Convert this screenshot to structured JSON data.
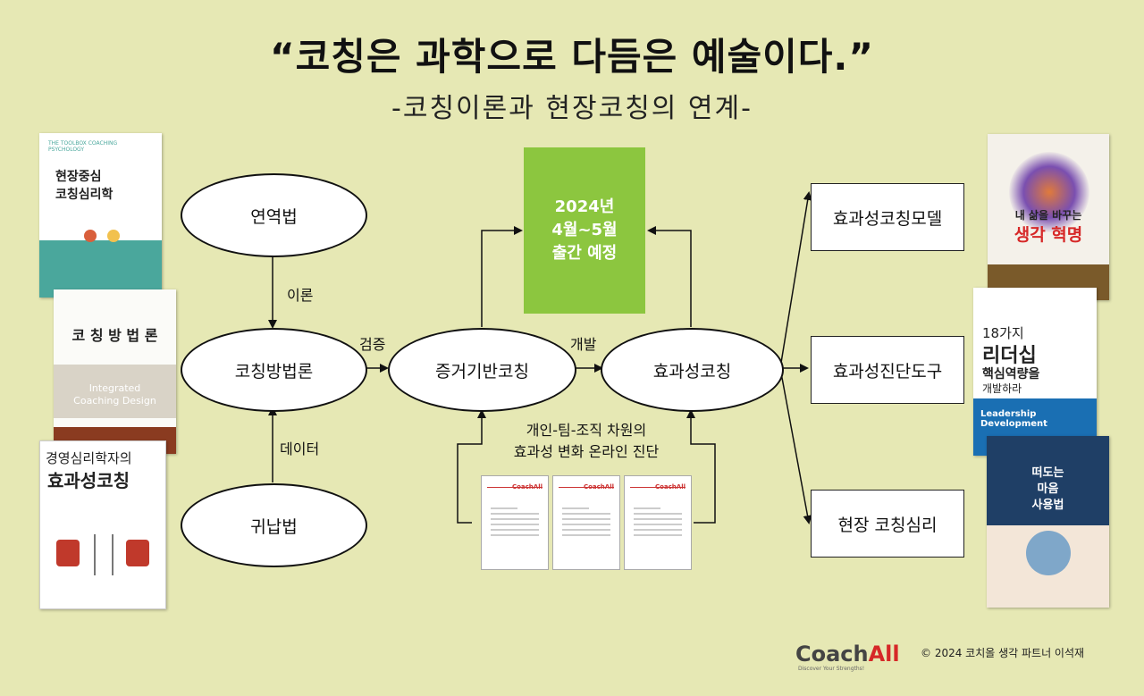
{
  "title": "“코칭은 과학으로 다듬은 예술이다.”",
  "subtitle": "-코칭이론과 현장코칭의 연계-",
  "nodes": {
    "deduction": "연역법",
    "methodology": "코칭방법론",
    "induction": "귀납법",
    "evidence": "증거기반코칭",
    "effective": "효과성코칭"
  },
  "edge_labels": {
    "theory": "이론",
    "data": "데이터",
    "verify": "검증",
    "develop": "개발"
  },
  "publication": {
    "line1": "2024년",
    "line2": "4월~5월",
    "line3": "출간 예정"
  },
  "outputs": {
    "model": "효과성코칭모델",
    "tool": "효과성진단도구",
    "psych": "현장 코칭심리"
  },
  "diagnosis": {
    "line1": "개인-팀-조직 차원의",
    "line2": "효과성 변화 온라인 진단"
  },
  "books_left": {
    "b1_top": "THE TOOLBOX COACHING PSYCHOLOGY",
    "b1_title1": "현장중심",
    "b1_title2": "코칭심리학",
    "b2_title": "코 칭 방 법 론",
    "b2_en1": "Integrated",
    "b2_en2": "Coaching Design",
    "b3_title1": "경영심리학자의",
    "b3_title2": "효과성코칭"
  },
  "books_right": {
    "r1_title1": "내 삶을 바꾸는",
    "r1_title2": "생각 혁명",
    "r2_title1": "18가지",
    "r2_title2": "리더십",
    "r2_title3": "핵심역량을",
    "r2_title4": "개발하라",
    "r2_en": "Leadership Development",
    "r3_title1": "떠도는",
    "r3_title2": "마음",
    "r3_title3": "사용법"
  },
  "docs": {
    "logo": "CoachAll"
  },
  "footer": {
    "logo_main": "Coach",
    "logo_accent": "All",
    "tagline": "Discover Your Strengths!",
    "copyright": "© 2024 코치올 생각 파트너 이석재"
  },
  "colors": {
    "background": "#e6e8b4",
    "green": "#8cc63f",
    "accent": "#d62828"
  }
}
